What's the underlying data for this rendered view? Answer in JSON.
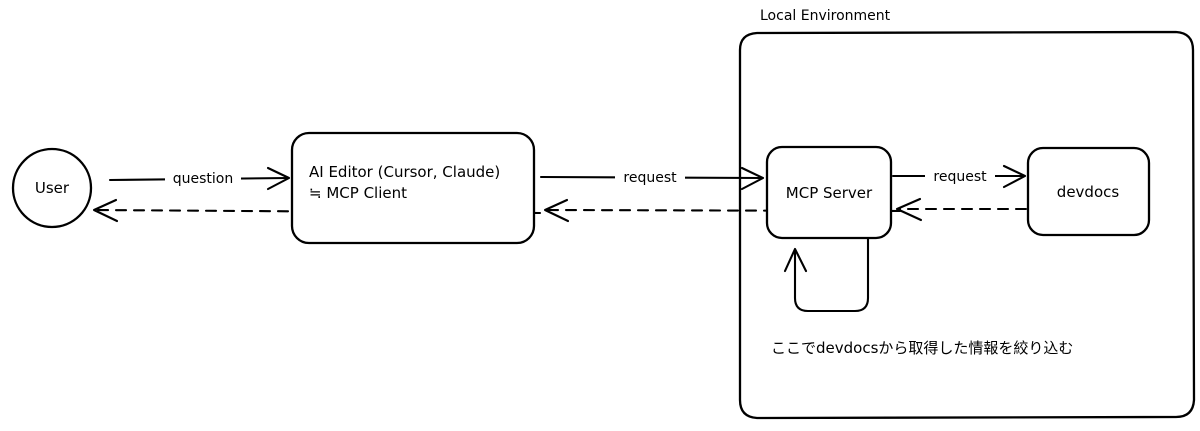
{
  "diagram": {
    "title_text": "Local Environment",
    "background_color": "#ffffff",
    "stroke_color": "#000000",
    "nodes": {
      "user": {
        "label": "User",
        "shape": "circle"
      },
      "ai_editor": {
        "label_line1": "AI Editor (Cursor, Claude)",
        "label_line2": "≒ MCP Client",
        "shape": "rounded-rect"
      },
      "mcp_server": {
        "label": "MCP Server",
        "shape": "rounded-rect"
      },
      "devdocs": {
        "label": "devdocs",
        "shape": "rounded-rect"
      }
    },
    "edges": {
      "user_to_editor": {
        "label": "question",
        "style": "solid"
      },
      "editor_to_user": {
        "label": "",
        "style": "dashed"
      },
      "editor_to_server": {
        "label": "request",
        "style": "solid"
      },
      "server_to_editor": {
        "label": "",
        "style": "dashed"
      },
      "server_to_devdocs": {
        "label": "request",
        "style": "solid"
      },
      "devdocs_to_server": {
        "label": "",
        "style": "dashed"
      },
      "server_self_loop": {
        "label": "",
        "style": "solid"
      }
    },
    "note": {
      "text": "ここでdevdocsから取得した情報を絞り込む"
    }
  }
}
